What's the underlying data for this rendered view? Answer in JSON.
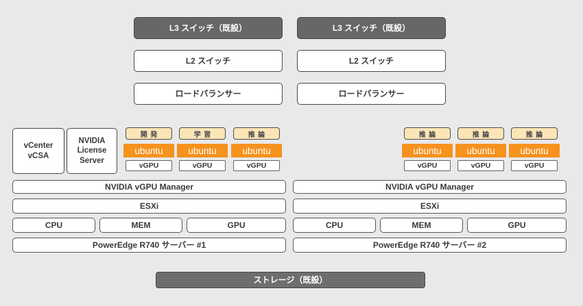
{
  "colors": {
    "page_bg": "#e9e9ea",
    "dark_box": "#67676a",
    "storage_box": "#6e6e71",
    "orange": "#f6921e",
    "cream": "#fbe5b6"
  },
  "diagram": {
    "management": {
      "vcenter": "vCenter\nvCSA",
      "license_server": "NVIDIA\nLicense\nServer"
    },
    "columns": [
      {
        "l3_switch": "L3 スイッチ（既設）",
        "l2_switch": "L2 スイッチ",
        "load_balancer": "ロードバランサー",
        "vms": [
          {
            "role": "開発",
            "os": "ubuntu",
            "vgpu": "vGPU"
          },
          {
            "role": "学習",
            "os": "ubuntu",
            "vgpu": "vGPU"
          },
          {
            "role": "推論",
            "os": "ubuntu",
            "vgpu": "vGPU"
          }
        ],
        "vgpu_manager": "NVIDIA vGPU Manager",
        "hypervisor": "ESXi",
        "hardware": [
          "CPU",
          "MEM",
          "GPU"
        ],
        "server_name": "PowerEdge R740 サーバー #1"
      },
      {
        "l3_switch": "L3 スイッチ（既設）",
        "l2_switch": "L2 スイッチ",
        "load_balancer": "ロードバランサー",
        "vms": [
          {
            "role": "推論",
            "os": "ubuntu",
            "vgpu": "vGPU"
          },
          {
            "role": "推論",
            "os": "ubuntu",
            "vgpu": "vGPU"
          },
          {
            "role": "推論",
            "os": "ubuntu",
            "vgpu": "vGPU"
          }
        ],
        "vgpu_manager": "NVIDIA vGPU Manager",
        "hypervisor": "ESXi",
        "hardware": [
          "CPU",
          "MEM",
          "GPU"
        ],
        "server_name": "PowerEdge R740 サーバー #2"
      }
    ],
    "storage": "ストレージ（既設）"
  }
}
